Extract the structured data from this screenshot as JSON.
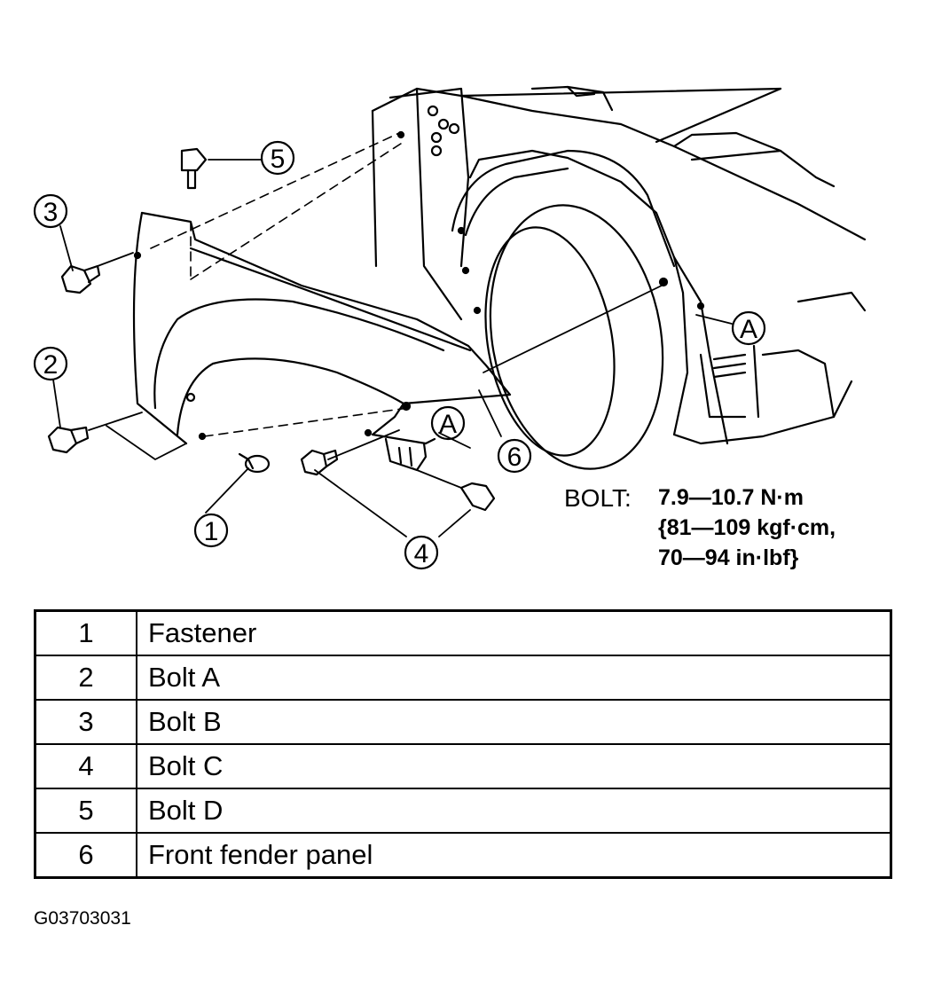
{
  "callouts": {
    "c1": "1",
    "c2": "2",
    "c3": "3",
    "c4": "4",
    "c5": "5",
    "c6": "6",
    "ref_a1": "A",
    "ref_a2": "A"
  },
  "torque_spec": {
    "label": "BOLT:",
    "line1": "7.9—10.7 N·m",
    "line2": "{81—109 kgf·cm,",
    "line3": "70—94 in·lbf}"
  },
  "parts_table": {
    "rows": [
      {
        "num": "1",
        "name": "Fastener"
      },
      {
        "num": "2",
        "name": "Bolt A"
      },
      {
        "num": "3",
        "name": "Bolt B"
      },
      {
        "num": "4",
        "name": "Bolt C"
      },
      {
        "num": "5",
        "name": "Bolt D"
      },
      {
        "num": "6",
        "name": "Front fender panel"
      }
    ]
  },
  "figure_id": "G03703031"
}
